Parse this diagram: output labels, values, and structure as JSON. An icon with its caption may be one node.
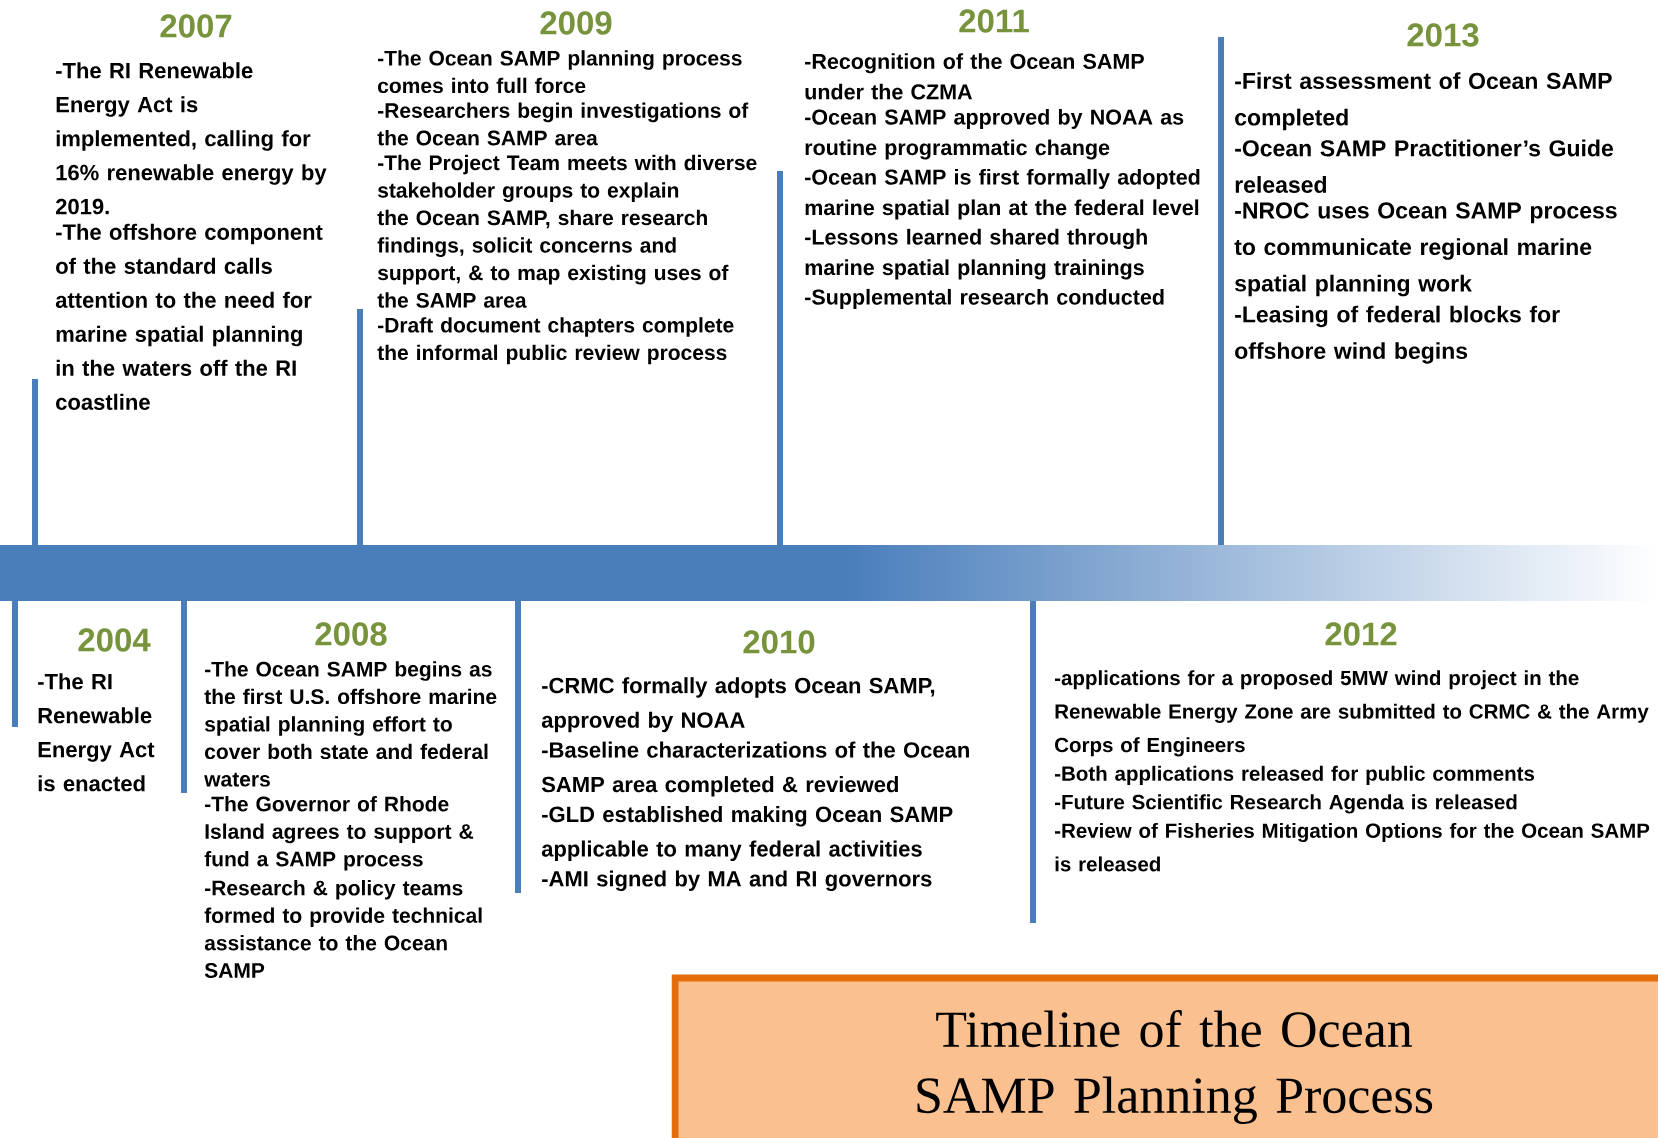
{
  "diagram": {
    "title": "Timeline of the Ocean SAMP Planning Process",
    "labels": [
      "2007",
      "-The RI Renewable Energy Act is implemented, calling for 16% renewable energy by 2019.",
      "-The offshore component of the standard calls attention to the need for marine spatial planning in the waters off the RI coastline",
      "2009",
      "-The Ocean SAMP planning process comes into full force",
      "-Researchers begin investigations of the Ocean SAMP area",
      "-The Project Team meets with diverse stakeholder groups to explain the Ocean SAMP, share research findings, solicit concerns and support, & to map existing uses of the SAMP area",
      "-Draft document chapters complete the informal public review process",
      "2011",
      "-Recognition of the Ocean SAMP under the CZMA",
      "-Ocean SAMP approved by NOAA as routine programmatic change",
      "-Ocean SAMP is first formally adopted marine spatial plan at the federal level",
      "-Lessons learned shared through marine spatial planning trainings",
      "-Supplemental research conducted",
      "2013",
      "-First assessment of Ocean SAMP completed",
      "-Ocean SAMP Practitioner’s Guide released",
      "-NROC uses Ocean SAMP process to communicate regional marine spatial planning work",
      "-Leasing of federal blocks for offshore wind begins",
      "2004",
      "-The RI Renewable Energy Act is enacted",
      "2008",
      "-The Ocean SAMP begins as the first U.S. offshore marine spatial planning effort to cover both state and federal waters",
      "-The Governor of Rhode Island agrees to support & fund a SAMP process",
      "-Research & policy teams formed to provide technical assistance to the Ocean SAMP",
      "2010",
      "-CRMC formally adopts Ocean SAMP, approved by NOAA",
      "-Baseline characterizations of the Ocean SAMP area completed & reviewed",
      "-GLD established making Ocean SAMP applicable to many federal activities",
      "-AMI signed by MA and RI governors",
      "2012",
      "-applications for a proposed 5MW wind project in the Renewable Energy Zone are submitted to CRMC & the Army Corps of Engineers",
      "-Both applications released for public comments",
      "-Future Scientific Research Agenda is released",
      "-Review of Fisheries Mitigation Options for the Ocean SAMP is released"
    ]
  }
}
